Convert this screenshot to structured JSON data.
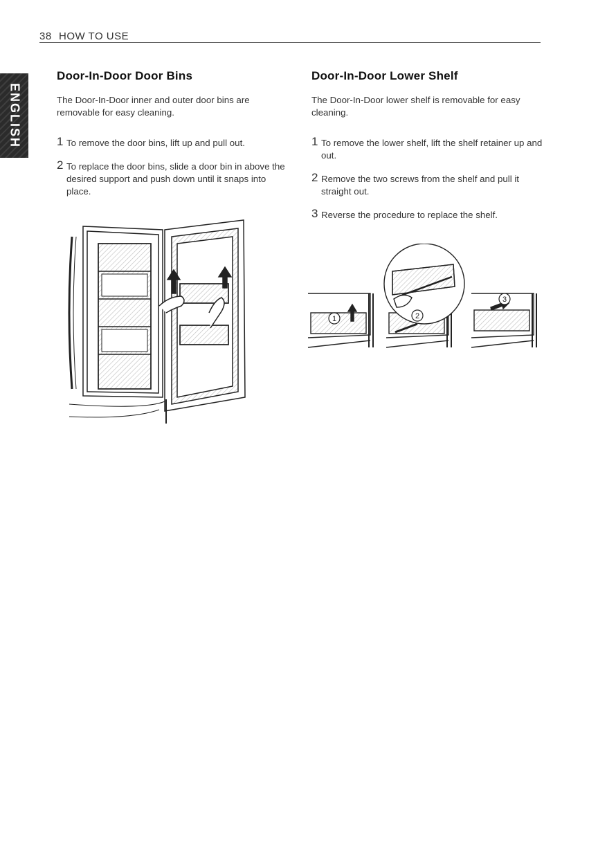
{
  "header": {
    "page_number": "38",
    "section": "HOW TO USE"
  },
  "language_tab": {
    "label": "ENGLISH"
  },
  "left": {
    "title": "Door-In-Door Door Bins",
    "intro": "The Door-In-Door inner and outer door bins are removable for easy cleaning.",
    "steps": [
      {
        "num": "1",
        "text": "To remove the door bins, lift up and pull out."
      },
      {
        "num": "2",
        "text": "To replace the door bins, slide a door bin in above the desired support and push down until it snaps into place."
      }
    ]
  },
  "right": {
    "title": "Door-In-Door Lower Shelf",
    "intro": "The Door-In-Door lower shelf is removable for easy cleaning.",
    "steps": [
      {
        "num": "1",
        "text": "To remove the lower shelf, lift the shelf retainer up and out."
      },
      {
        "num": "2",
        "text": "Remove the two screws from the shelf and pull it straight out."
      },
      {
        "num": "3",
        "text": "Reverse the procedure to replace the shelf."
      }
    ],
    "callouts": [
      "1",
      "2",
      "3"
    ]
  },
  "colors": {
    "ink": "#222222",
    "tab_bg": "#2b2b2b",
    "hatch": "#bdbdbd"
  }
}
